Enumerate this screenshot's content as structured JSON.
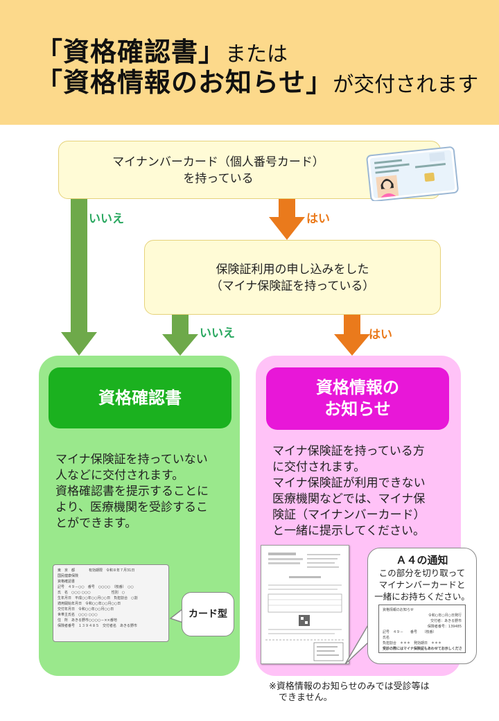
{
  "header": {
    "line1_bold": "「資格確認書」",
    "line1_rest": "または",
    "line2_bold": "「資格情報のお知らせ」",
    "line2_rest": "が交付されます"
  },
  "question1": {
    "line1": "マイナンバーカード（個人番号カード）",
    "line2": "を持っている"
  },
  "question2": {
    "line1": "保険証利用の申し込みをした",
    "line2": "（マイナ保険証を持っている）"
  },
  "answers": {
    "no1": "いいえ",
    "yes1": "はい",
    "no2": "いいえ",
    "yes2": "はい"
  },
  "green_panel": {
    "title": "資格確認書",
    "body": [
      "マイナ保険証を持っていない",
      "人などに交付されます。",
      "資格確認書を提示することに",
      "より、医療機関を受診するこ",
      "とができます。"
    ],
    "card_label": "カード型",
    "card_lines": [
      "東　京　都　　　　有効期限　令和８年７月31日",
      "国民健康保険",
      "資格確認書",
      "記号　４９－○○　番号　○○○○　（枝番）　○○",
      "氏　名　○○○ ○○○　　　　　　性別　○",
      "生年月日　平成○○年○○月○○日　負担割合　○割",
      "適用開始年月日　令和○○年○○月○○日",
      "交付年月日　令和○○年○○月○○日",
      "世帯主氏名　○○○ ○○○",
      "住　所　あきる野市○○○○－××番地",
      "保険者番号　１３９４８５　交付者名　あきる野市"
    ]
  },
  "pink_panel": {
    "title_line1": "資格情報の",
    "title_line2": "お知らせ",
    "body": [
      "マイナ保険証を持っている方",
      "に交付されます。",
      "マイナ保険証が利用できない",
      "医療機関などでは、マイナ保",
      "険証（マイナンバーカード）",
      "と一緒に提示してください。"
    ],
    "a4_title": "Ａ４の通知",
    "a4_text": [
      "この部分を切り取って",
      "マイナンバーカードと",
      "一緒にお持ちください。"
    ],
    "slip_lines": [
      "資格情報のお知らせ",
      "令和○年○月○日発行",
      "交付者：あきる野市",
      "保険者番号：139485",
      "記号　４９－　　番号　　（枝番）",
      "氏名",
      "負担割合　＊＊＊　発効期日　＊＊＊",
      "受診の際にはマイナ保険証もあわせてお示しください"
    ]
  },
  "footnote": {
    "line1": "※資格情報のお知らせのみでは受診等は",
    "line2": "できません。"
  },
  "colors": {
    "header_bg": "#fcd98b",
    "green_arrow": "#6ea94a",
    "orange_arrow": "#ea7a1c",
    "green_panel": "#9ae88c",
    "green_button": "#1bb11f",
    "pink_panel": "#ffc2f7",
    "pink_button": "#e817d8"
  }
}
